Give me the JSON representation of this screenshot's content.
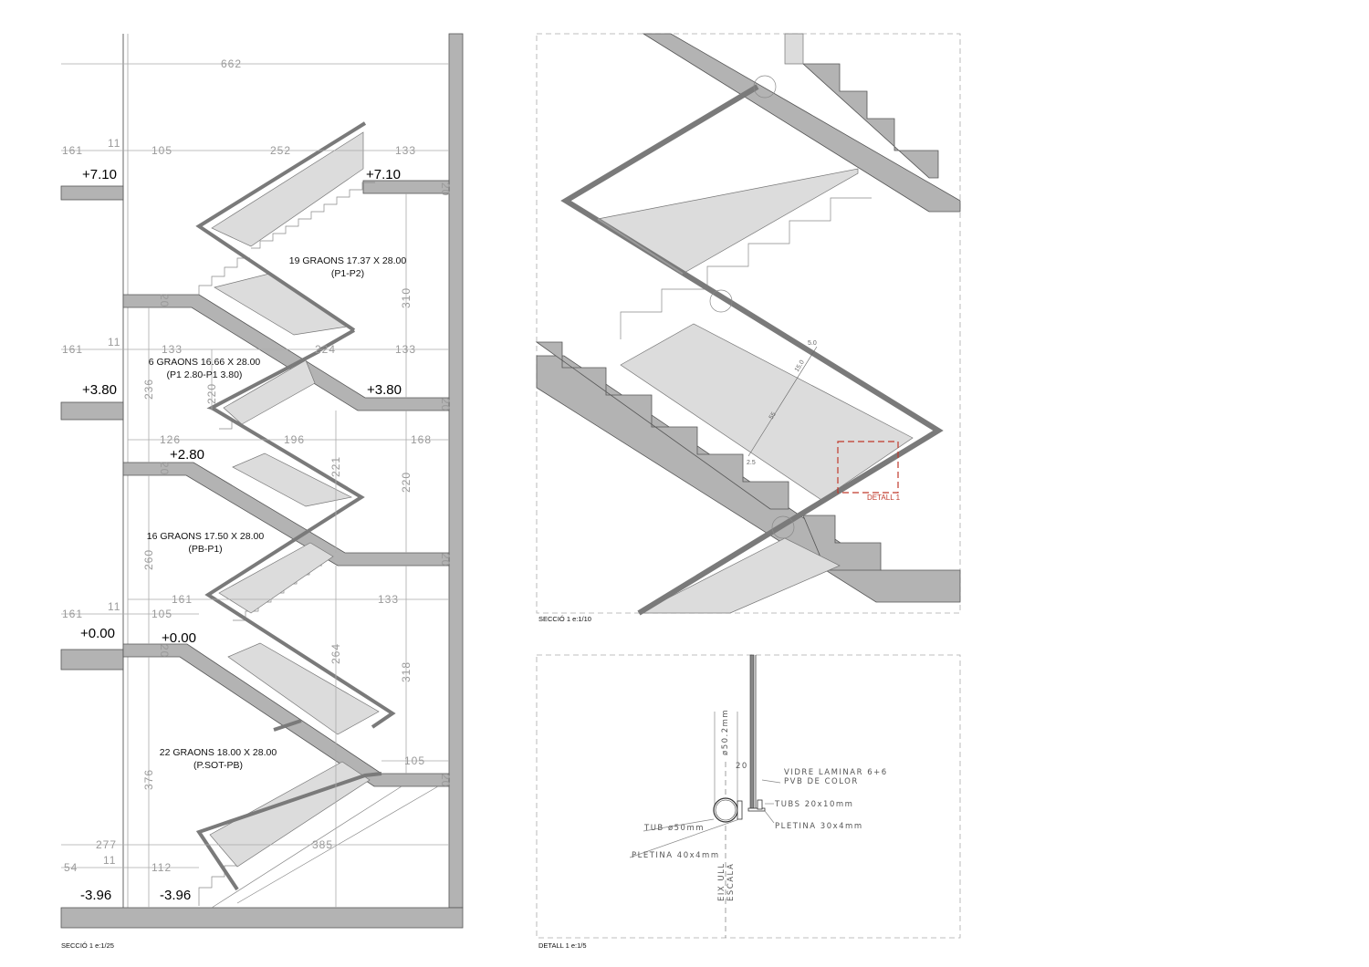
{
  "section_main": {
    "caption": "SECCIÓ 1   e:1/25",
    "overall_width": "662",
    "dims_row1": [
      "161",
      "11",
      "105",
      "252",
      "133"
    ],
    "dims_row2": [
      "161",
      "11",
      "133",
      "224",
      "133"
    ],
    "dims_row3": [
      "126",
      "196",
      "168"
    ],
    "dims_row4": [
      "161",
      "133"
    ],
    "dims_row5": [
      "161",
      "11",
      "105"
    ],
    "dims_row6": [
      "277",
      "385"
    ],
    "dims_row7": [
      "54",
      "11",
      "112"
    ],
    "right_105": "105",
    "slab_thickness": "20",
    "vertical_dims": [
      "310",
      "236",
      "220",
      "221",
      "220",
      "260",
      "264",
      "318",
      "376"
    ],
    "levels": {
      "l710": "+7.10",
      "l380": "+3.80",
      "l280": "+2.80",
      "l000": "+0.00",
      "lm396": "-3.96"
    },
    "flights": [
      {
        "steps": "19 GRAONS 17.37 X 28.00",
        "range": "(P1-P2)"
      },
      {
        "steps": "6 GRAONS 16.66 X 28.00",
        "range": "(P1 2.80-P1 3.80)"
      },
      {
        "steps": "16 GRAONS 17.50 X 28.00",
        "range": "(PB-P1)"
      },
      {
        "steps": "22 GRAONS 18.00 X 28.00",
        "range": "(P.SOT-PB)"
      }
    ]
  },
  "section_detail": {
    "caption": "SECCIÓ 1   e:1/10",
    "dims": [
      "5.0",
      "15.0",
      "55",
      "2.5"
    ],
    "callout": "DETALL 1",
    "callout_color": "#c0392b"
  },
  "detail_1": {
    "caption": "DETALL 1   e:1/5",
    "labels": {
      "tube_dia": "ø50.2mm",
      "gap": "20",
      "glass1": "VIDRE LAMINAR 6+6",
      "glass2": "PVB DE COLOR",
      "tubs": "TUBS 20x10mm",
      "pletina30": "PLETINA 30x4mm",
      "tub": "TUB ø50mm",
      "pletina40": "PLETINA 40x4mm",
      "axis1": "EIX ULL",
      "axis2": "ESCALA"
    }
  }
}
